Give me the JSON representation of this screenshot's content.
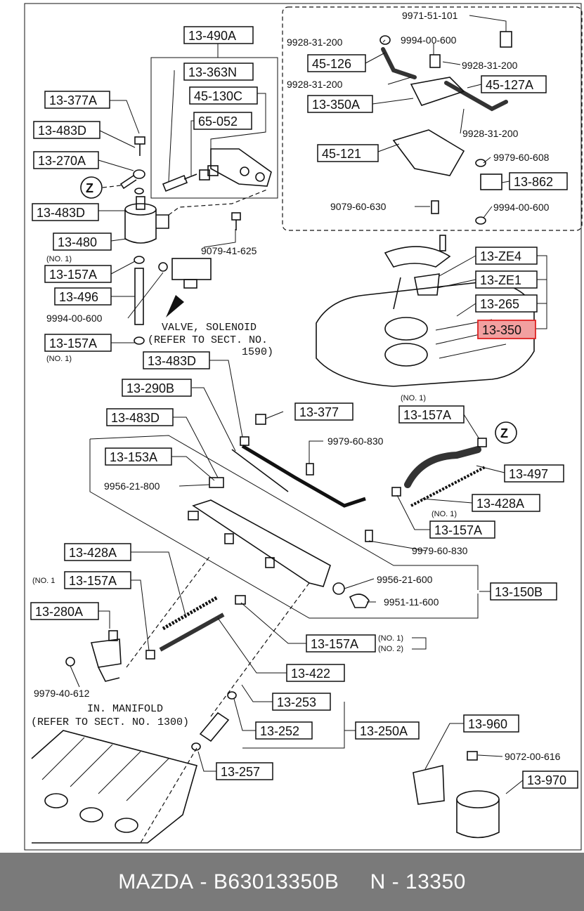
{
  "boxed_labels": [
    {
      "id": "b1",
      "text": "13-490A"
    },
    {
      "id": "b2",
      "text": "13-363N"
    },
    {
      "id": "b3",
      "text": "45-130C"
    },
    {
      "id": "b4",
      "text": "65-052"
    },
    {
      "id": "b5",
      "text": "13-377A"
    },
    {
      "id": "b6",
      "text": "13-483D"
    },
    {
      "id": "b7",
      "text": "13-270A"
    },
    {
      "id": "b8",
      "text": "13-483D"
    },
    {
      "id": "b9",
      "text": "13-480"
    },
    {
      "id": "b10",
      "text": "13-157A"
    },
    {
      "id": "b11",
      "text": "13-496"
    },
    {
      "id": "b12",
      "text": "13-157A"
    },
    {
      "id": "b13",
      "text": "45-126"
    },
    {
      "id": "b14",
      "text": "45-127A"
    },
    {
      "id": "b15",
      "text": "13-350A"
    },
    {
      "id": "b16",
      "text": "45-121"
    },
    {
      "id": "b17",
      "text": "13-862"
    },
    {
      "id": "b18",
      "text": "13-ZE4"
    },
    {
      "id": "b19",
      "text": "13-ZE1"
    },
    {
      "id": "b20",
      "text": "13-265"
    },
    {
      "id": "b21",
      "text": "13-350"
    },
    {
      "id": "b22",
      "text": "13-483D"
    },
    {
      "id": "b23",
      "text": "13-290B"
    },
    {
      "id": "b24",
      "text": "13-377"
    },
    {
      "id": "b25",
      "text": "13-483D"
    },
    {
      "id": "b26",
      "text": "13-157A"
    },
    {
      "id": "b27",
      "text": "13-153A"
    },
    {
      "id": "b28",
      "text": "13-497"
    },
    {
      "id": "b29",
      "text": "13-428A"
    },
    {
      "id": "b30",
      "text": "13-157A"
    },
    {
      "id": "b31",
      "text": "13-428A"
    },
    {
      "id": "b32",
      "text": "13-157A"
    },
    {
      "id": "b33",
      "text": "13-150B"
    },
    {
      "id": "b34",
      "text": "13-280A"
    },
    {
      "id": "b35",
      "text": "13-157A"
    },
    {
      "id": "b36",
      "text": "13-422"
    },
    {
      "id": "b37",
      "text": "13-253"
    },
    {
      "id": "b38",
      "text": "13-252"
    },
    {
      "id": "b39",
      "text": "13-250A"
    },
    {
      "id": "b40",
      "text": "13-960"
    },
    {
      "id": "b41",
      "text": "13-970"
    },
    {
      "id": "b42",
      "text": "13-257"
    }
  ],
  "part_numbers": [
    {
      "id": "p1",
      "text": "9971-51-101"
    },
    {
      "id": "p2",
      "text": "9928-31-200"
    },
    {
      "id": "p3",
      "text": "9994-00-600"
    },
    {
      "id": "p4",
      "text": "9928-31-200"
    },
    {
      "id": "p5",
      "text": "9928-31-200"
    },
    {
      "id": "p6",
      "text": "9928-31-200"
    },
    {
      "id": "p7",
      "text": "9979-60-608"
    },
    {
      "id": "p8",
      "text": "9079-60-630"
    },
    {
      "id": "p9",
      "text": "9994-00-600"
    },
    {
      "id": "p10",
      "text": "9079-41-625"
    },
    {
      "id": "p11",
      "text": "9994-00-600"
    },
    {
      "id": "p12",
      "text": "9979-60-830"
    },
    {
      "id": "p13",
      "text": "9956-21-800"
    },
    {
      "id": "p14",
      "text": "9979-60-830"
    },
    {
      "id": "p15",
      "text": "9956-21-600"
    },
    {
      "id": "p16",
      "text": "9951-11-600"
    },
    {
      "id": "p17",
      "text": "9979-40-612"
    },
    {
      "id": "p18",
      "text": "9072-00-616"
    }
  ],
  "notes": [
    {
      "id": "n1",
      "text": "(NO. 1)"
    },
    {
      "id": "n2",
      "text": "(NO. 1)"
    },
    {
      "id": "n3",
      "text": "(NO. 1)"
    },
    {
      "id": "n4",
      "text": "(NO. 1)"
    },
    {
      "id": "n5",
      "text": "(NO. 1"
    },
    {
      "id": "n6",
      "text": "(NO. 1)"
    },
    {
      "id": "n7",
      "text": "(NO. 2)"
    }
  ],
  "callouts": {
    "valve_line1": "VALVE, SOLENOID",
    "valve_line2": "(REFER TO SECT. NO.",
    "valve_line3": "1590)",
    "manifold_line1": "IN. MANIFOLD",
    "manifold_line2": "(REFER TO SECT. NO. 1300)",
    "ref_marker": "Z"
  },
  "highlight": {
    "label": "13-350",
    "color": "#f2a0a0",
    "border": "#dd2222"
  },
  "footer": {
    "brand": "MAZDA",
    "separator": "-",
    "part_number": "B63013350B",
    "ref": "N - 13350",
    "background": "#7a7a7a"
  }
}
